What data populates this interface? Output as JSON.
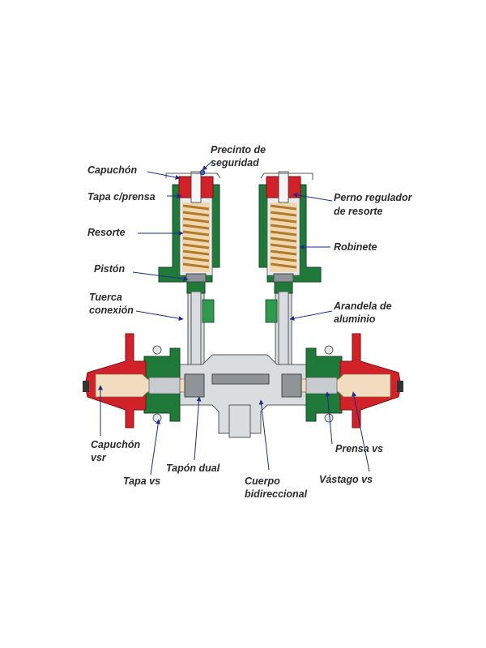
{
  "labels": {
    "precinto": [
      "Precinto de",
      "seguridad"
    ],
    "capuchon": "Capuchón",
    "tapa_prensa": "Tapa c/prensa",
    "resorte": "Resorte",
    "piston": "Pistón",
    "tuerca": [
      "Tuerca",
      "conexión"
    ],
    "perno": [
      "Perno regulador",
      "de resorte"
    ],
    "robinete": "Robinete",
    "arandela": [
      "Arandela de",
      "aluminio"
    ],
    "capuchon_vsr": [
      "Capuchón",
      "vsr"
    ],
    "tapa_vs": "Tapa vs",
    "tapon_dual": "Tapón dual",
    "cuerpo": [
      "Cuerpo",
      "bidireccional"
    ],
    "prensa_vs": "Prensa vs",
    "vastago_vs": "Vástago vs"
  },
  "colors": {
    "housing_green": "#1f7a3a",
    "cap_red": "#d1222a",
    "body_gray": "#d9dde0",
    "leader_blue": "#1e2a8a"
  }
}
